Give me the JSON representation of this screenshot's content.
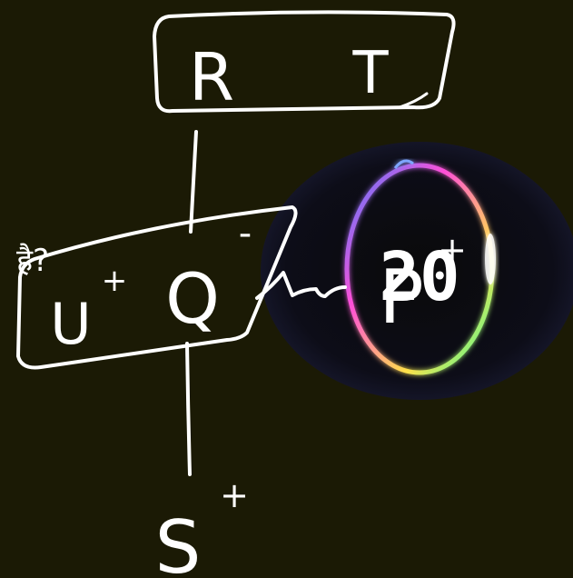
{
  "canvas": {
    "background_color": "#1b1a05",
    "ink_color": "#ffffff"
  },
  "top_box": {
    "left_letter": "R",
    "right_letter": "T"
  },
  "middle_box": {
    "left_letter": "U",
    "left_charge": "+",
    "center_letter": "Q",
    "center_charge": "-",
    "right_letter": "P",
    "right_charge": "+"
  },
  "bottom": {
    "letter": "S",
    "charge": "+"
  },
  "margin_note": "है?",
  "badge": {
    "number": "20",
    "ring_colors": [
      "#3a7bff",
      "#ff4fd8",
      "#ffe04a",
      "#39ff9a"
    ]
  }
}
